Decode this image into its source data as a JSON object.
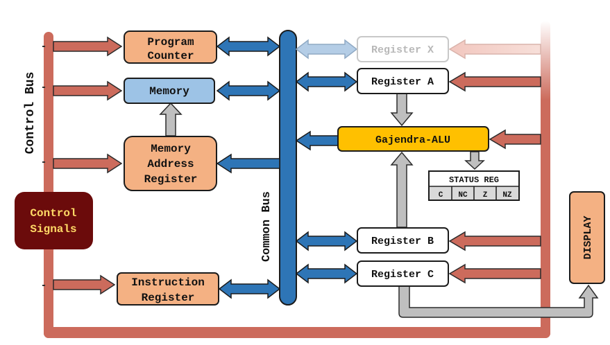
{
  "labels": {
    "control_bus": "Control Bus",
    "common_bus": "Common Bus",
    "control_signals_line1": "Control",
    "control_signals_line2": "Signals",
    "program_counter_line1": "Program",
    "program_counter_line2": "Counter",
    "memory": "Memory",
    "mar_line1": "Memory",
    "mar_line2": "Address",
    "mar_line3": "Register",
    "ir_line1": "Instruction",
    "ir_line2": "Register",
    "register_x": "Register X",
    "register_a": "Register A",
    "alu": "Gajendra-ALU",
    "status_reg": "STATUS REG",
    "flag_c": "C",
    "flag_nc": "NC",
    "flag_z": "Z",
    "flag_nz": "NZ",
    "register_b": "Register B",
    "register_c": "Register C",
    "display": "DISPLAY"
  },
  "colors": {
    "bus_red": "#cc6b5c",
    "arrow_red": "#cc6b5c",
    "arrow_blue": "#2e75b6",
    "common_bus_blue": "#2e75b6",
    "orange_box": "#f4b183",
    "memory_blue": "#9dc3e6",
    "alu_yellow": "#ffc000",
    "control_signals_bg": "#6b0b0b",
    "control_signals_text": "#ffd966",
    "gray_arrow": "#bfbfbf"
  }
}
